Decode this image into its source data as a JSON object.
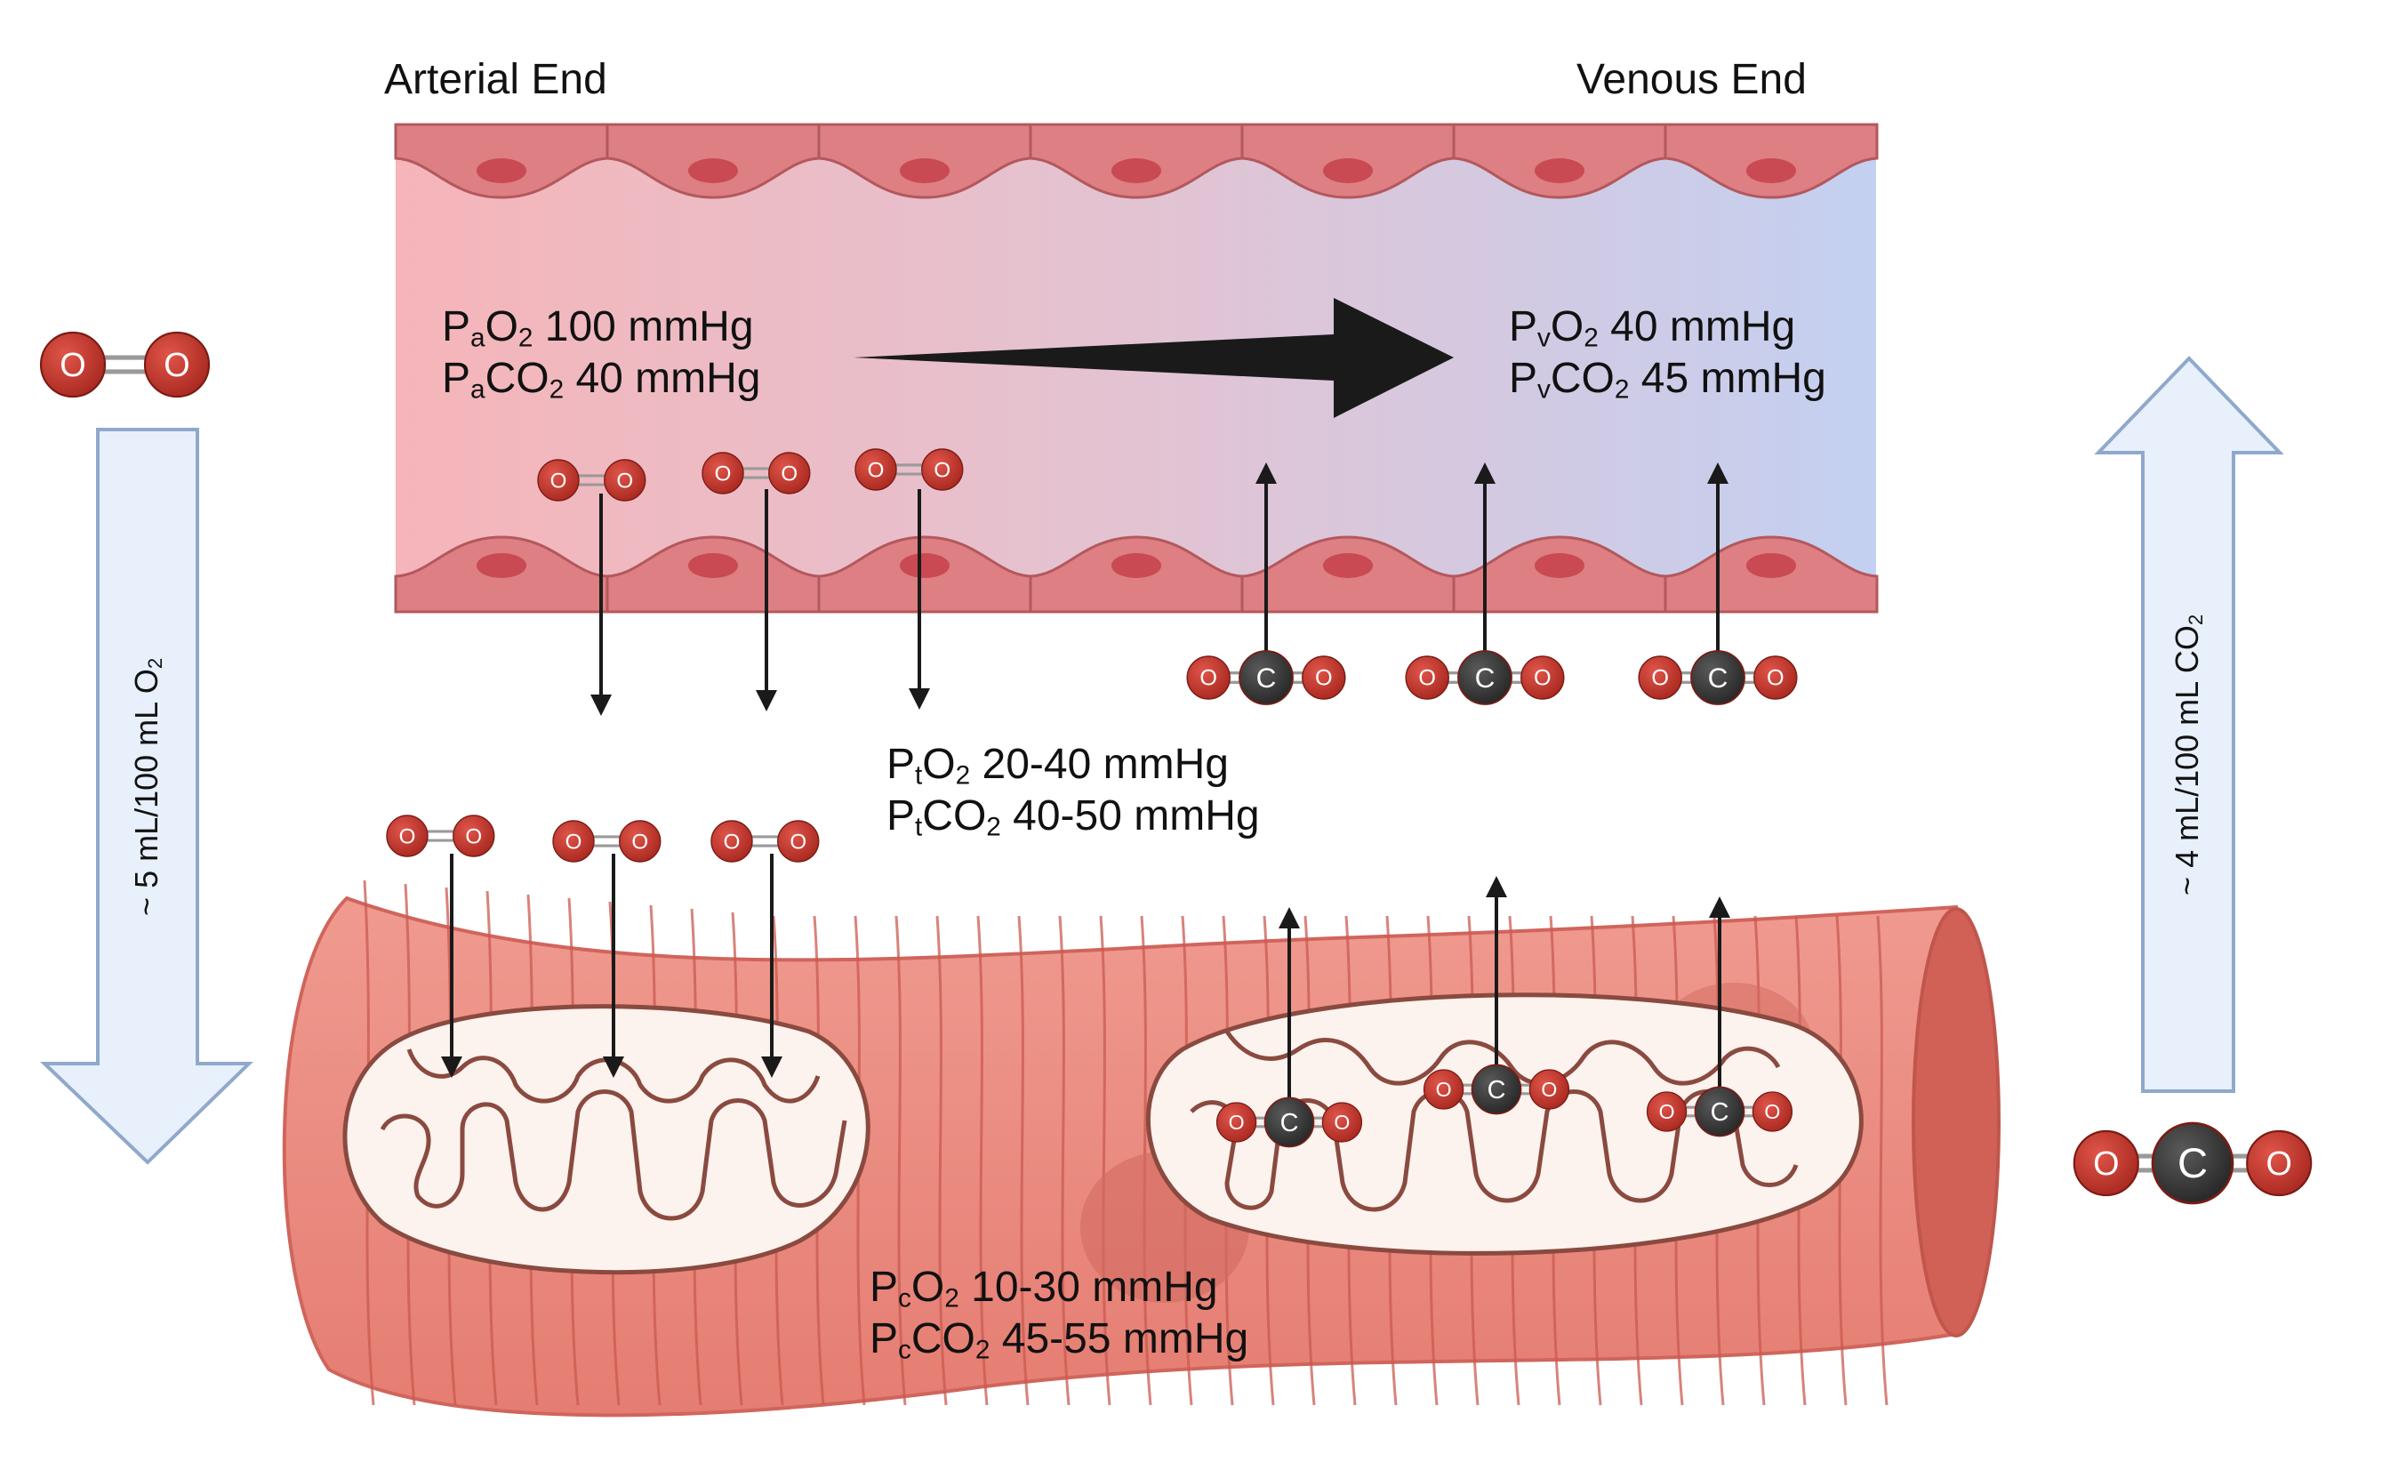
{
  "vessel": {
    "arterial_end": "Arterial End",
    "venous_end": "Venous End",
    "arterial": {
      "o2_letter": "P",
      "o2_sub": "a",
      "o2_rest": "O",
      "o2_num": "2",
      "o2_value": " 100 mmHg",
      "co2_letter": "P",
      "co2_sub": "a",
      "co2_rest": "CO",
      "co2_num": "2",
      "co2_value": " 40 mmHg"
    },
    "venous": {
      "o2_letter": "P",
      "o2_sub": "v",
      "o2_rest": "O",
      "o2_num": "2",
      "o2_value": " 40 mmHg",
      "co2_letter": "P",
      "co2_sub": "v",
      "co2_rest": "CO",
      "co2_num": "2",
      "co2_value": " 45 mmHg"
    }
  },
  "tissue": {
    "o2_letter": "P",
    "o2_sub": "t",
    "o2_rest": "O",
    "o2_num": "2",
    "o2_value": " 20-40 mmHg",
    "co2_letter": "P",
    "co2_sub": "t",
    "co2_rest": "CO",
    "co2_num": "2",
    "co2_value": " 40-50 mmHg"
  },
  "cell": {
    "o2_letter": "P",
    "o2_sub": "c",
    "o2_rest": "O",
    "o2_num": "2",
    "o2_value": " 10-30 mmHg",
    "co2_letter": "P",
    "co2_sub": "c",
    "co2_rest": "CO",
    "co2_num": "2",
    "co2_value": " 45-55 mmHg"
  },
  "left_arrow": {
    "text": "~ 5 mL/100 mL O",
    "sub": "2"
  },
  "right_arrow": {
    "text": "~ 4 mL/100 mL CO",
    "sub": "2"
  },
  "atoms": {
    "oxygen": "O",
    "carbon": "C"
  },
  "colors": {
    "oxygen": "#c0392b",
    "carbon": "#3a3a3a",
    "endothelium": "#d9767b",
    "muscle": "#ec8a80",
    "arrow_fill": "#e8f0fb",
    "arrow_stroke": "#8fa8cc"
  }
}
